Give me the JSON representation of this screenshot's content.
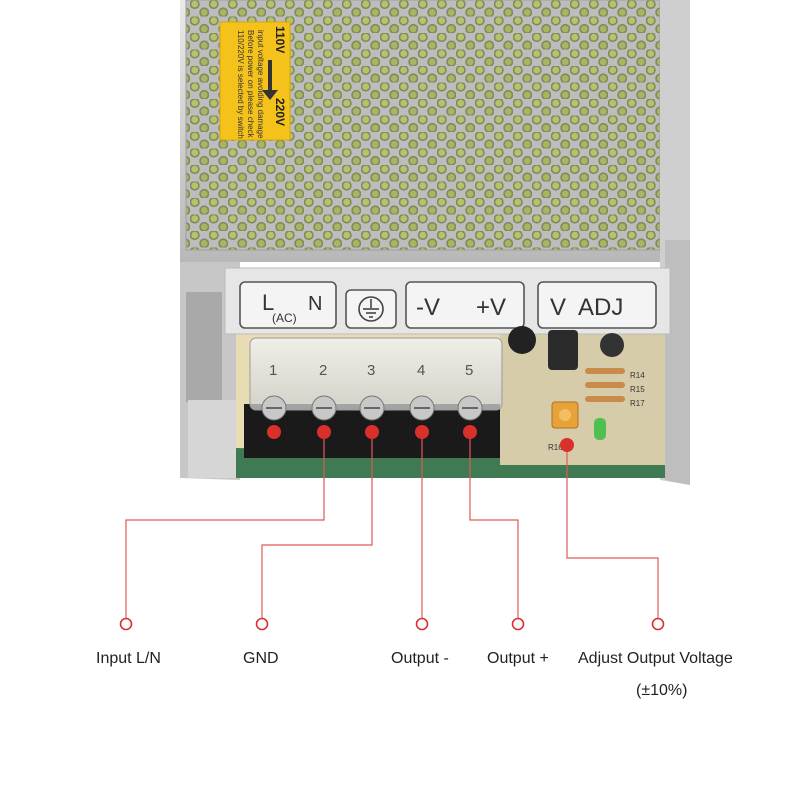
{
  "sticker": {
    "voltage_low": "110V",
    "voltage_high": "220V",
    "warning_line1": "110/220V is selected by switch",
    "warning_line2": "Before power on please check",
    "warning_line3": "input voltage avoiding damage"
  },
  "panel": {
    "ln_l": "L",
    "ln_ac": "(AC)",
    "ln_n": "N",
    "ground_symbol": "ground-icon",
    "neg_v": "-V",
    "pos_v": "+V",
    "v_adj": "V  ADJ"
  },
  "terminals": [
    "1",
    "2",
    "3",
    "4",
    "5"
  ],
  "pcb": {
    "r14": "R14",
    "r15": "R15",
    "r17": "R17",
    "r16": "R16"
  },
  "callouts": {
    "input": "Input  L/N",
    "gnd": "GND",
    "output_neg": "Output -",
    "output_pos": "Output +",
    "adjust": "Adjust Output Voltage",
    "adjust_range": "(±10%)"
  },
  "colors": {
    "callout_red": "#d9302c",
    "callout_line": "#e05a55",
    "sticker_yellow": "#f4c21b",
    "metal": "#c9c9c9",
    "pcb": "#e8dcb5",
    "terminal_black": "#1a1a1a"
  }
}
